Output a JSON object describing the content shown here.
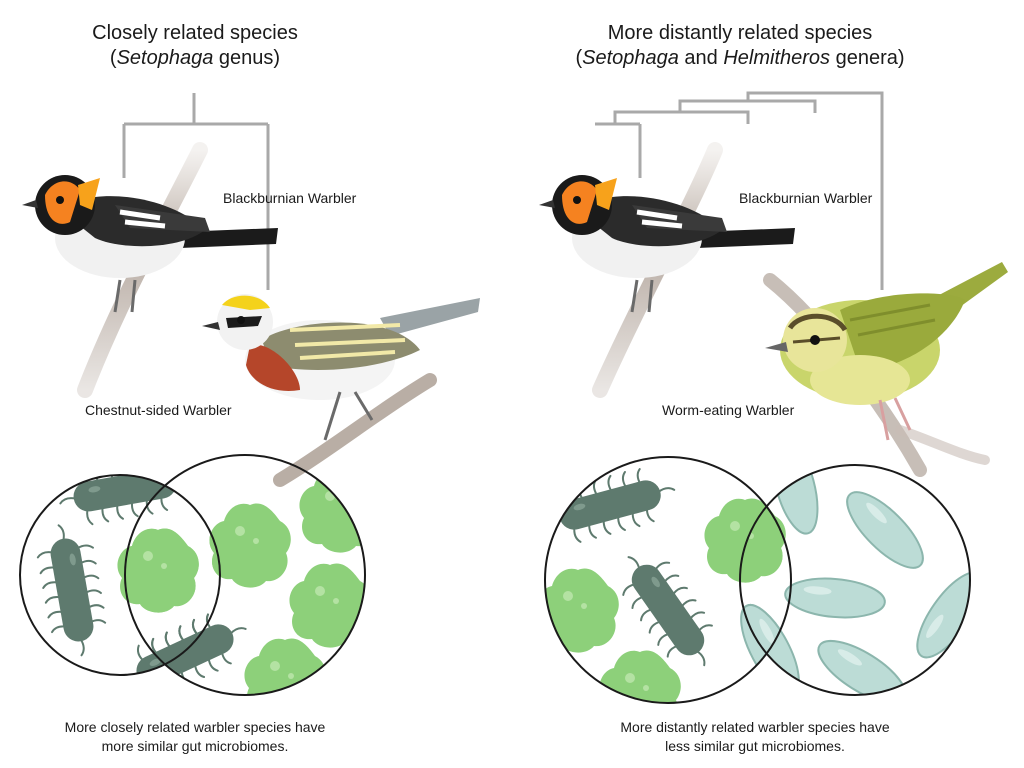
{
  "left_panel": {
    "title_line1": "Closely related species",
    "title_pre": "(",
    "title_genus": "Setophaga",
    "title_post": " genus)",
    "species_top": "Blackburnian Warbler",
    "species_bottom": "Chestnut-sided Warbler",
    "caption_line1": "More closely related warbler species have",
    "caption_line2": "more similar gut microbiomes."
  },
  "right_panel": {
    "title_line1": "More distantly related species",
    "title_pre": "(",
    "title_genus1": "Setophaga",
    "title_and": " and ",
    "title_genus2": "Helmitheros",
    "title_post": " genera)",
    "species_top": "Blackburnian Warbler",
    "species_bottom": "Worm-eating Warbler",
    "caption_line1": "More distantly related warbler species have",
    "caption_line2": "less similar gut microbiomes."
  },
  "colors": {
    "tree_line": "#a9a9a9",
    "rod_microbe": "#5e7a6e",
    "round_microbe": "#8dd07a",
    "pale_microbe": "#bcdcd6",
    "branch": "#b9aea5"
  }
}
